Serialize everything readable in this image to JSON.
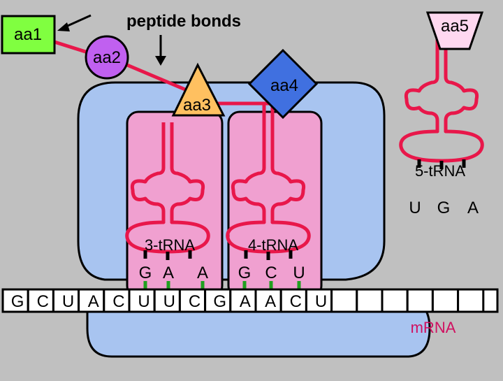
{
  "labels": {
    "aa1": "aa1",
    "aa2": "aa2",
    "aa3": "aa3",
    "aa4": "aa4",
    "aa5": "aa5",
    "peptide_bonds": "peptide bonds",
    "trna3": "3-tRNA",
    "trna4": "4-tRNA",
    "trna5": "5-tRNA",
    "mrna": "mRNA"
  },
  "anticodons": {
    "trna3": [
      "G",
      "A",
      "A"
    ],
    "trna4": [
      "G",
      "C",
      "U"
    ],
    "trna5": [
      "U",
      "G",
      "A"
    ]
  },
  "mrna_bases": [
    "G",
    "C",
    "U",
    "A",
    "C",
    "U",
    "U",
    "C",
    "G",
    "A",
    "A",
    "C",
    "U"
  ],
  "colors": {
    "background": "#c0c0c0",
    "ribosome": "#a8c4f0",
    "site": "#f0a0d0",
    "trna": "#e8174a",
    "aa1": "#80ff40",
    "aa2": "#c060f0",
    "aa3": "#ffc060",
    "aa4": "#4070e0",
    "aa5": "#ffd8f0",
    "pairing": "#20a020",
    "mrna_label": "#d01060"
  }
}
